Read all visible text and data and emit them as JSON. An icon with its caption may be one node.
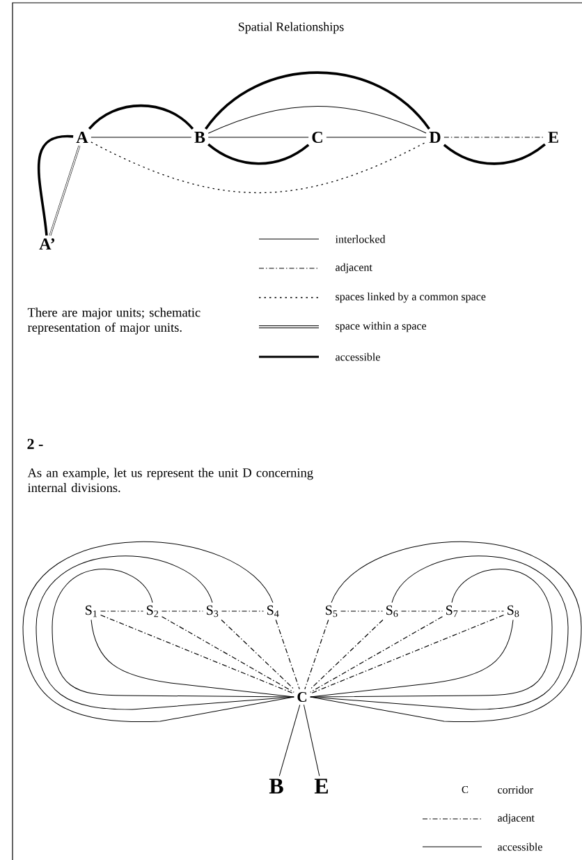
{
  "diagram": {
    "title": "Spatial Relationships",
    "nodes": [
      {
        "text": [
          "A"
        ]
      },
      {
        "text": [
          "B"
        ]
      },
      {
        "text": [
          "C"
        ]
      },
      {
        "text": [
          "D"
        ]
      },
      {
        "text": [
          "E"
        ]
      },
      {
        "text": [
          "A’"
        ]
      },
      {
        "text": [
          "S$_{1}$"
        ]
      },
      {
        "text": [
          "S$_{2}$"
        ]
      },
      {
        "text": [
          "S$_{3}$"
        ]
      },
      {
        "text": [
          "S$_{4}$"
        ]
      },
      {
        "text": [
          "S$_{5}$"
        ]
      },
      {
        "text": [
          "S$_{6}$"
        ]
      },
      {
        "text": [
          "S$_{7}$"
        ]
      },
      {
        "text": [
          "S$_{8}$"
        ]
      },
      {
        "text": [
          "C"
        ]
      },
      {
        "text": [
          "B"
        ]
      },
      {
        "text": [
          "E"
        ]
      }
    ],
    "edges": [
      {
        "from": 0,
        "to": 1,
        "arrow": "none"
      },
      {
        "from": 1,
        "to": 2,
        "arrow": "none"
      },
      {
        "from": 2,
        "to": 3,
        "arrow": "none"
      },
      {
        "from": 3,
        "to": 4,
        "arrow": "none",
        "style": "dashed"
      },
      {
        "from": 0,
        "to": 1,
        "arrow": "none",
        "style": "thick"
      },
      {
        "from": 1,
        "to": 3,
        "arrow": "none",
        "style": "thick"
      },
      {
        "from": 1,
        "to": 3,
        "arrow": "none"
      },
      {
        "from": 1,
        "to": 2,
        "arrow": "none",
        "style": "thick"
      },
      {
        "from": 3,
        "to": 4,
        "arrow": "none",
        "style": "thick"
      },
      {
        "from": 0,
        "to": 3,
        "arrow": "none",
        "style": "dashed"
      },
      {
        "from": 0,
        "to": 5,
        "arrow": "none"
      },
      {
        "from": 0,
        "to": 5,
        "arrow": "none",
        "style": "thick"
      },
      {
        "from": 6,
        "to": 7,
        "arrow": "none",
        "style": "dashed"
      },
      {
        "from": 7,
        "to": 8,
        "arrow": "none",
        "style": "dashed"
      },
      {
        "from": 8,
        "to": 9,
        "arrow": "none",
        "style": "dashed"
      },
      {
        "from": 10,
        "to": 11,
        "arrow": "none",
        "style": "dashed"
      },
      {
        "from": 11,
        "to": 12,
        "arrow": "none",
        "style": "dashed"
      },
      {
        "from": 12,
        "to": 13,
        "arrow": "none",
        "style": "dashed"
      },
      {
        "from": 6,
        "to": 14,
        "arrow": "none",
        "style": "dashed"
      },
      {
        "from": 7,
        "to": 14,
        "arrow": "none",
        "style": "dashed"
      },
      {
        "from": 8,
        "to": 14,
        "arrow": "none",
        "style": "dashed"
      },
      {
        "from": 9,
        "to": 14,
        "arrow": "none",
        "style": "dashed"
      },
      {
        "from": 10,
        "to": 14,
        "arrow": "none",
        "style": "dashed"
      },
      {
        "from": 11,
        "to": 14,
        "arrow": "none",
        "style": "dashed"
      },
      {
        "from": 12,
        "to": 14,
        "arrow": "none",
        "style": "dashed"
      },
      {
        "from": 13,
        "to": 14,
        "arrow": "none",
        "style": "dashed"
      },
      {
        "from": 6,
        "to": 14,
        "arrow": "none"
      },
      {
        "from": 7,
        "to": 14,
        "arrow": "none"
      },
      {
        "from": 8,
        "to": 14,
        "arrow": "none"
      },
      {
        "from": 9,
        "to": 14,
        "arrow": "none"
      },
      {
        "from": 10,
        "to": 14,
        "arrow": "none"
      },
      {
        "from": 11,
        "to": 14,
        "arrow": "none"
      },
      {
        "from": 12,
        "to": 14,
        "arrow": "none"
      },
      {
        "from": 13,
        "to": 14,
        "arrow": "none"
      },
      {
        "from": 14,
        "to": 15,
        "arrow": "none"
      },
      {
        "from": 14,
        "to": 16,
        "arrow": "none"
      }
    ],
    "labels": [
      "There are major units; schematic representation of major units.",
      "2 -",
      "As an example, let us represent the unit D concerning internal divisions.",
      "C"
    ],
    "legend": [
      {
        "text": "interlocked"
      },
      {
        "text": "adjacent"
      },
      {
        "text": "spaces linked by a common space"
      },
      {
        "text": "space within a space"
      },
      {
        "text": "accessible"
      },
      {
        "text": "corridor"
      },
      {
        "text": "adjacent"
      },
      {
        "text": "accessible"
      }
    ]
  }
}
